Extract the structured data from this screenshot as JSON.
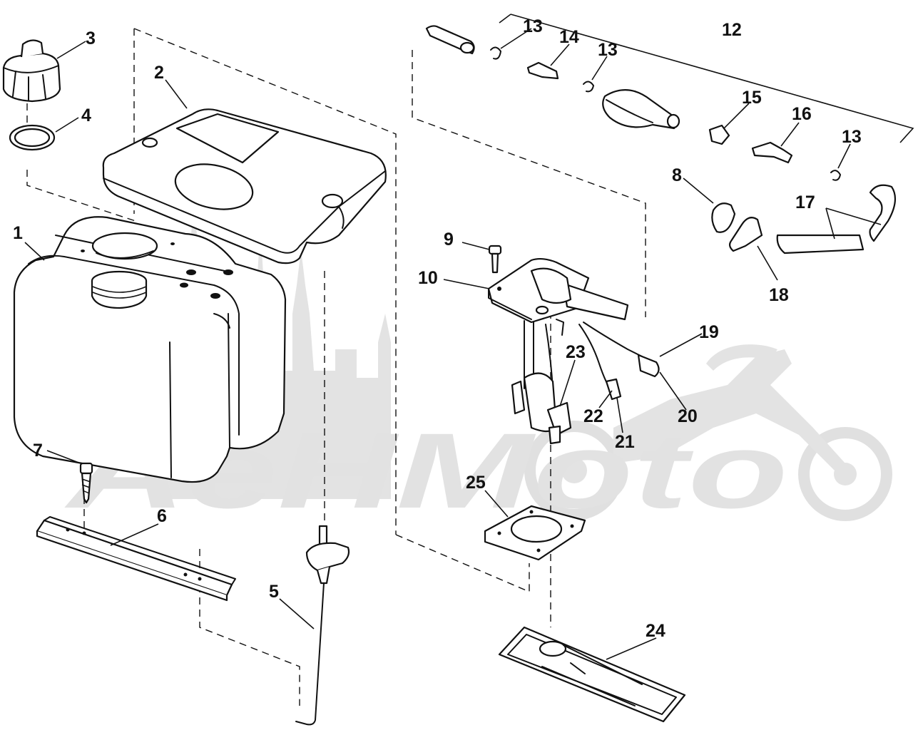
{
  "callouts": [
    {
      "id": "c1",
      "text": "1"
    },
    {
      "id": "c2",
      "text": "2"
    },
    {
      "id": "c3",
      "text": "3"
    },
    {
      "id": "c4",
      "text": "4"
    },
    {
      "id": "c5",
      "text": "5"
    },
    {
      "id": "c6",
      "text": "6"
    },
    {
      "id": "c7",
      "text": "7"
    },
    {
      "id": "c8",
      "text": "8"
    },
    {
      "id": "c9",
      "text": "9"
    },
    {
      "id": "c10",
      "text": "10"
    },
    {
      "id": "c12",
      "text": "12"
    },
    {
      "id": "c13a",
      "text": "13"
    },
    {
      "id": "c13b",
      "text": "13"
    },
    {
      "id": "c13c",
      "text": "13"
    },
    {
      "id": "c14",
      "text": "14"
    },
    {
      "id": "c15",
      "text": "15"
    },
    {
      "id": "c16",
      "text": "16"
    },
    {
      "id": "c17",
      "text": "17"
    },
    {
      "id": "c18",
      "text": "18"
    },
    {
      "id": "c19",
      "text": "19"
    },
    {
      "id": "c20",
      "text": "20"
    },
    {
      "id": "c21",
      "text": "21"
    },
    {
      "id": "c22",
      "text": "22"
    },
    {
      "id": "c23",
      "text": "23"
    },
    {
      "id": "c24",
      "text": "24"
    },
    {
      "id": "c25",
      "text": "25"
    }
  ],
  "watermark": {
    "text": "AeHMoto"
  }
}
